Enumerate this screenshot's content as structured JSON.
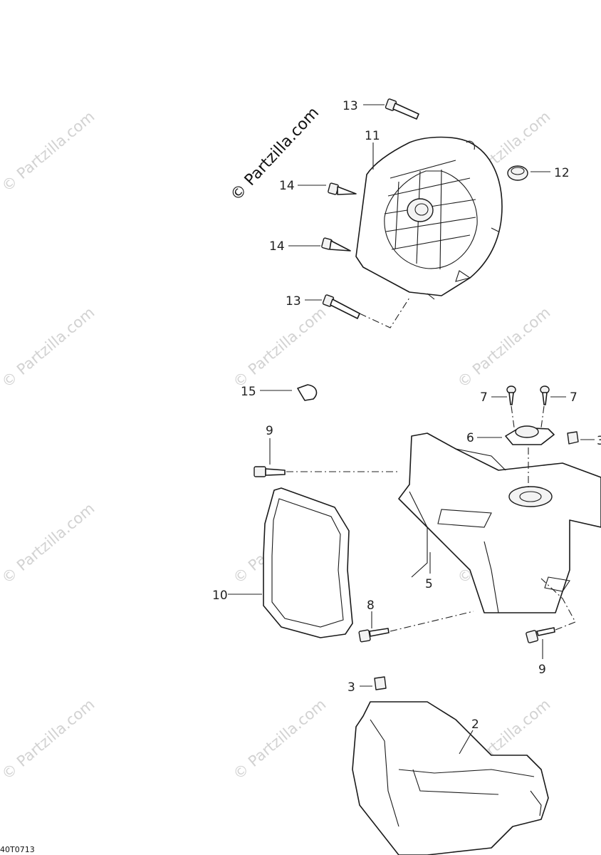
{
  "brand_mark": "© Partzilla.com",
  "watermark_text": "© Partzilla.com",
  "diagram_code": "40T0713",
  "callouts": {
    "c13a": "13",
    "c11": "11",
    "c12": "12",
    "c14a": "14",
    "c14b": "14",
    "c13b": "13",
    "c15": "15",
    "c7a": "7",
    "c7b": "7",
    "c6": "6",
    "c3a": "3",
    "c9a": "9",
    "c10": "10",
    "c5": "5",
    "c8": "8",
    "c9b": "9",
    "c3b": "3",
    "c2": "2"
  },
  "colors": {
    "line": "#1a1a1a",
    "watermark": "#d2d2d2",
    "background": "#ffffff"
  }
}
